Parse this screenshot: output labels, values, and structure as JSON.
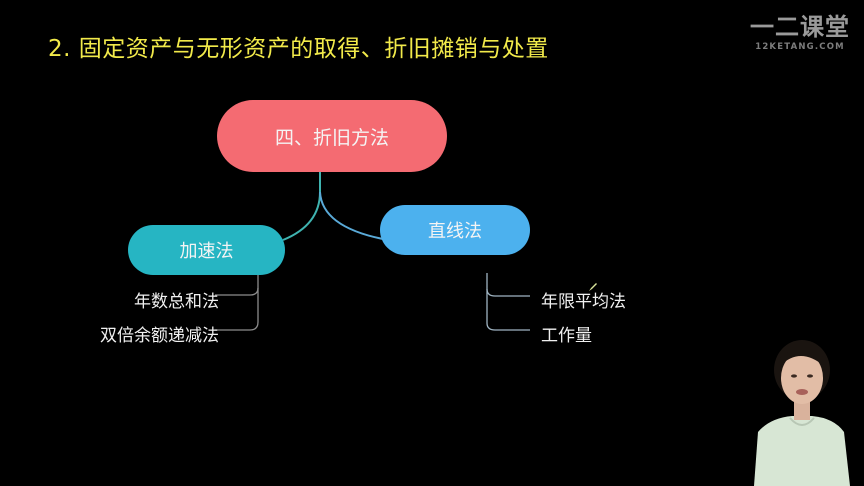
{
  "slide": {
    "title": "2. 固定资产与无形资产的取得、折旧摊销与处置",
    "title_color": "#f2ea4a",
    "background": "#000000"
  },
  "logo": {
    "main": "一二课堂",
    "sub": "12KETANG.COM"
  },
  "mindmap": {
    "root": {
      "label": "四、折旧方法",
      "color": "#f46b72"
    },
    "branches": [
      {
        "label": "加速法",
        "color": "#26b5c3",
        "children": [
          "年数总和法",
          "双倍余额递减法"
        ]
      },
      {
        "label": "直线法",
        "color": "#4cb1ee",
        "children": [
          "年限平均法",
          "工作量"
        ]
      }
    ]
  },
  "overlay": {
    "cursor_icon": "pen-cursor-icon",
    "presenter": "presenter-video"
  }
}
